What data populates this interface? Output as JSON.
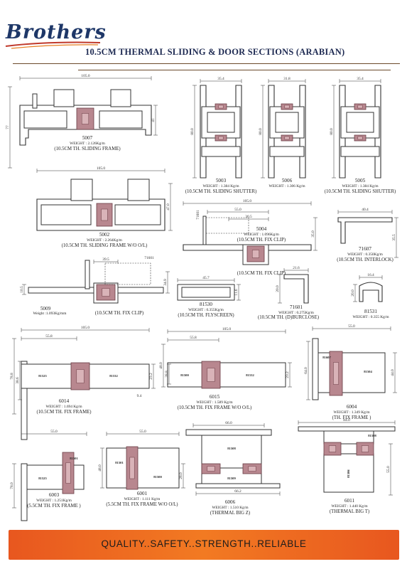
{
  "brand": "Brothers",
  "title": "10.5CM THERMAL SLIDING & DOOR SECTIONS (ARABIAN)",
  "footer": "QUALITY..SAFETY..STRENGTH..RELIABLE",
  "sections": [
    {
      "code": "5007",
      "weight": "WEIGHT : 2.126Kg/m",
      "label": "(10.5CM TH. SLIDING FRAME)",
      "dims": [
        "105.0",
        "41",
        "77"
      ]
    },
    {
      "code": "5003",
      "weight": "WEIGHT : 1.384 Kg/m",
      "label": "(10.5CM TH. SLIDING SHUTTER)",
      "dims": [
        "35.4",
        "80.0"
      ]
    },
    {
      "code": "5006",
      "weight": "WEIGHT : 1.306 Kg/m",
      "label": "",
      "dims": [
        "31.8",
        "80.0"
      ]
    },
    {
      "code": "5005",
      "weight": "WEIGHT : 1.384 Kg/m",
      "label": "(10.5CM TH. SLIDING SHUTTER)",
      "dims": [
        "35.4",
        "80.0"
      ]
    },
    {
      "code": "5002",
      "weight": "WEIGHT : 2.264Kg/m",
      "label": "(10.5CM TH. SLIDING FRAME W/O O/L)",
      "dims": [
        "105.0",
        "47.0"
      ]
    },
    {
      "code": "5004",
      "weight": "WEIGHT : 1.096Kg/m",
      "label": "(10.5CM TH. FIX CLIP)",
      "dims": [
        "105.0",
        "55.0",
        "30.5",
        "35.0",
        "71601"
      ]
    },
    {
      "code": "71607",
      "weight": "WEIGHT : 0.350Kg/m",
      "label": "(10.5CM TH. INTERLOCK)",
      "dims": [
        "40.4",
        "35.5"
      ]
    },
    {
      "code": "5009",
      "weight": "Weight :1.093Kg/mm",
      "label": "(10.5CM TH. FIX CLIP)",
      "dims": [
        "39.5",
        "71601",
        "10.5",
        "34.9"
      ]
    },
    {
      "code": "81530",
      "weight": "WEIGHT : 0.355Kg/m",
      "label": "(10.5CM TH. FLYSCREEN)",
      "dims": [
        "45.7",
        "11.6"
      ]
    },
    {
      "code": "71601",
      "weight": "WEIGHT : 0.275Kg/m",
      "label": "(10.5CM TH. (D)BURCLOSE)",
      "dims": [
        "21.6",
        "20.0"
      ]
    },
    {
      "code": "81531",
      "weight": "WEIGHT : 0.355 Kg/m",
      "label": "",
      "dims": [
        "16.4",
        "20.0"
      ]
    },
    {
      "code": "6014",
      "weight": "WEIGHT : 1.694 Kg/m",
      "label": "(10.5CM TH. FIX FRAME)",
      "dims": [
        "105.0",
        "55.8",
        "78.8",
        "38.6",
        "23.2",
        "9.4"
      ],
      "parts": [
        "81525",
        "81532"
      ]
    },
    {
      "code": "6015",
      "weight": "WEIGHT : 1.589 Kg/m",
      "label": "(10.5CM TH. FIX FRAME W/O O/L)",
      "dims": [
        "105.0",
        "55.8",
        "48.0",
        "28.8",
        "23.2"
      ],
      "parts": [
        "81500",
        "81532"
      ]
    },
    {
      "code": "6004",
      "weight": "WEIGHT : 1.349 Kg/m",
      "label": "(TH. FIX FRAME )",
      "dims": [
        "55.0",
        "64.0",
        "44.0"
      ],
      "parts": [
        "81607",
        "81504"
      ]
    },
    {
      "code": "6003",
      "weight": "WEIGHT : 1.251Kg/m",
      "label": "(5.5CM TH. FIX FRAME )",
      "dims": [
        "55.0",
        "78.0"
      ],
      "parts": [
        "81525",
        "81501"
      ]
    },
    {
      "code": "6001",
      "weight": "WEIGHT : 1.111 Kg/m",
      "label": "(5.5CM TH. FIX FRAME W/O O/L)",
      "dims": [
        "55.0",
        "48.0",
        "28.0"
      ],
      "parts": [
        "81501",
        "81500"
      ]
    },
    {
      "code": "6006",
      "weight": "WEIGHT : 1.510 Kg/m",
      "label": "(THERMAL BIG Z)",
      "dims": [
        "66.0",
        "66.2"
      ],
      "parts": [
        "81508",
        "81509"
      ]
    },
    {
      "code": "6011",
      "weight": "WEIGHT : 1.440 Kg/m",
      "label": "(THERMAL BIG T)",
      "dims": [
        "84.0",
        "55.0"
      ],
      "parts": [
        "81506",
        "81508"
      ]
    }
  ]
}
